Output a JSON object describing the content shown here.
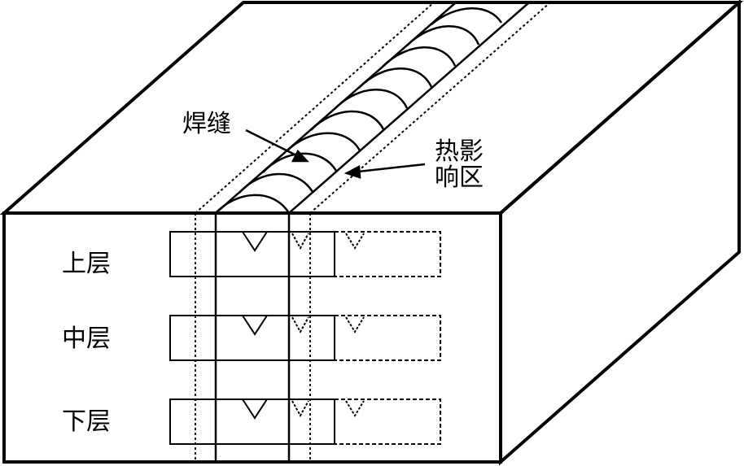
{
  "colors": {
    "stroke": "#000000",
    "background": "#ffffff"
  },
  "labels": {
    "weld": "焊缝",
    "haz_line1": "热影",
    "haz_line2": "响区"
  },
  "layers": [
    {
      "label": "上层"
    },
    {
      "label": "中层"
    },
    {
      "label": "下层"
    }
  ]
}
